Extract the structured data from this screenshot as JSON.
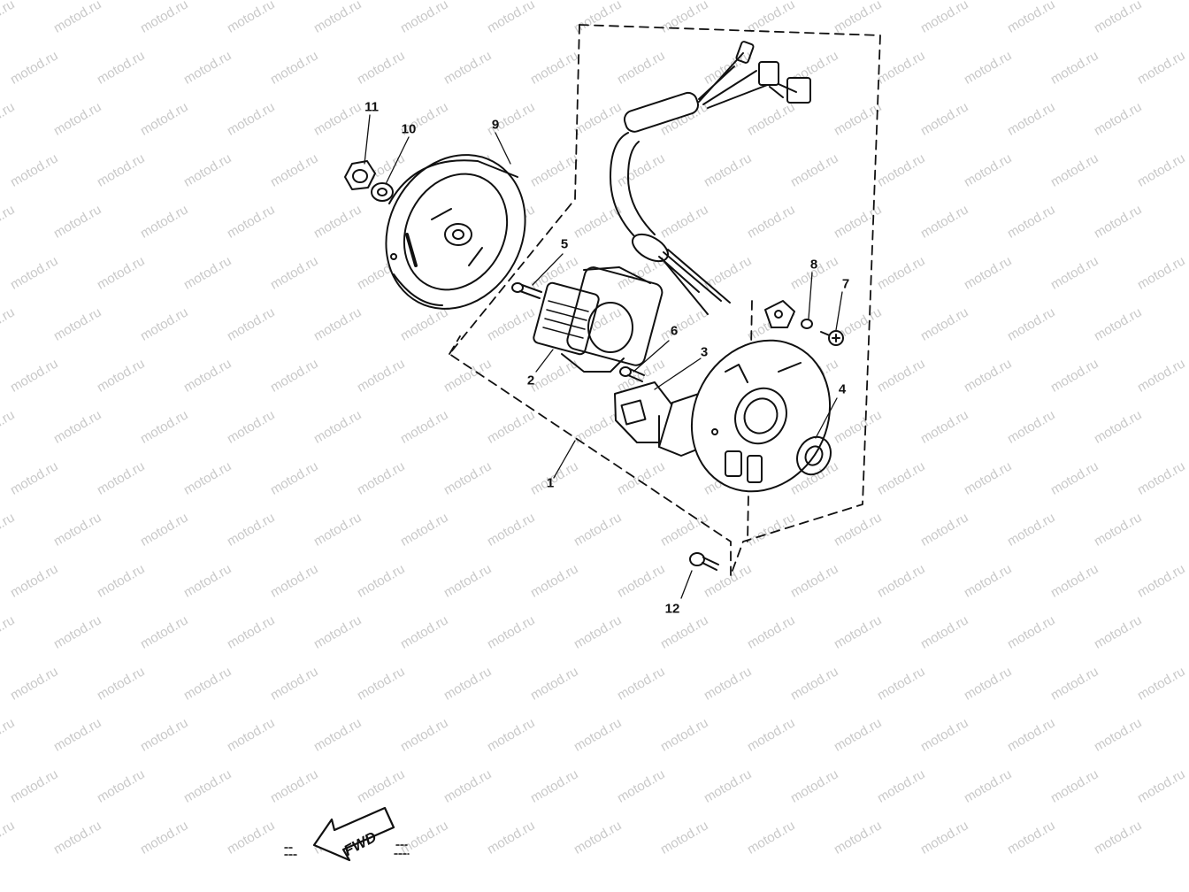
{
  "watermark": "motod.ru",
  "fwd_label": "FWD",
  "callouts": [
    {
      "id": "1",
      "label": "1"
    },
    {
      "id": "2",
      "label": "2"
    },
    {
      "id": "3",
      "label": "3"
    },
    {
      "id": "4",
      "label": "4"
    },
    {
      "id": "5",
      "label": "5"
    },
    {
      "id": "6",
      "label": "6"
    },
    {
      "id": "7",
      "label": "7"
    },
    {
      "id": "8",
      "label": "8"
    },
    {
      "id": "9",
      "label": "9"
    },
    {
      "id": "10",
      "label": "10"
    },
    {
      "id": "11",
      "label": "11"
    },
    {
      "id": "12",
      "label": "12"
    }
  ],
  "colors": {
    "line": "#111111",
    "watermark": "#c9c9c9",
    "background": "#ffffff"
  }
}
